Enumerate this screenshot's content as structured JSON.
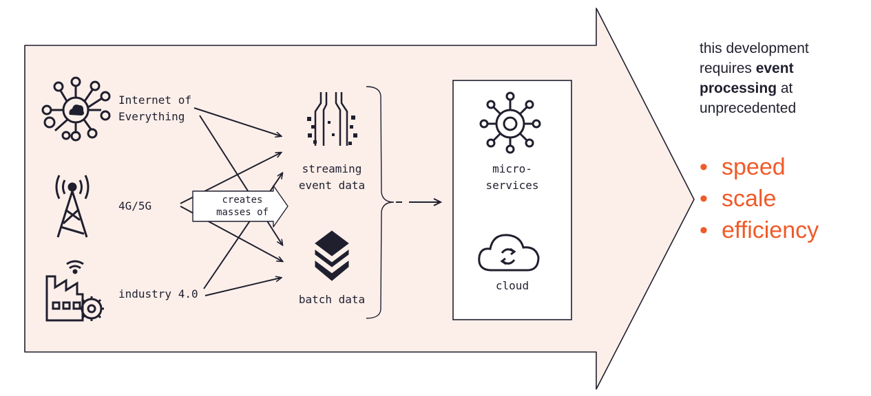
{
  "sources": [
    {
      "label_line1": "Internet of",
      "label_line2": "Everything",
      "icon": "iot-network-icon"
    },
    {
      "label_line1": "4G/5G",
      "icon": "cell-tower-icon"
    },
    {
      "label_line1": "industry 4.0",
      "icon": "factory-gear-icon"
    }
  ],
  "callout": {
    "line1": "creates",
    "line2": "masses of"
  },
  "data_types": [
    {
      "label_line1": "streaming",
      "label_line2": "event data",
      "icon": "streaming-data-icon"
    },
    {
      "label_line1": "batch data",
      "icon": "layers-stack-icon"
    }
  ],
  "platform": [
    {
      "label_line1": "micro-",
      "label_line2": "services",
      "icon": "gear-network-icon"
    },
    {
      "label_line1": "cloud",
      "icon": "cloud-sync-icon"
    }
  ],
  "side": {
    "intro_1": "this development requires ",
    "intro_bold": "event processing",
    "intro_2": " at unprecedented",
    "requirements": [
      "speed",
      "scale",
      "efficiency"
    ]
  },
  "colors": {
    "arrow_fill": "#fcefea",
    "stroke": "#1f1f2e",
    "accent": "#f05a28"
  }
}
